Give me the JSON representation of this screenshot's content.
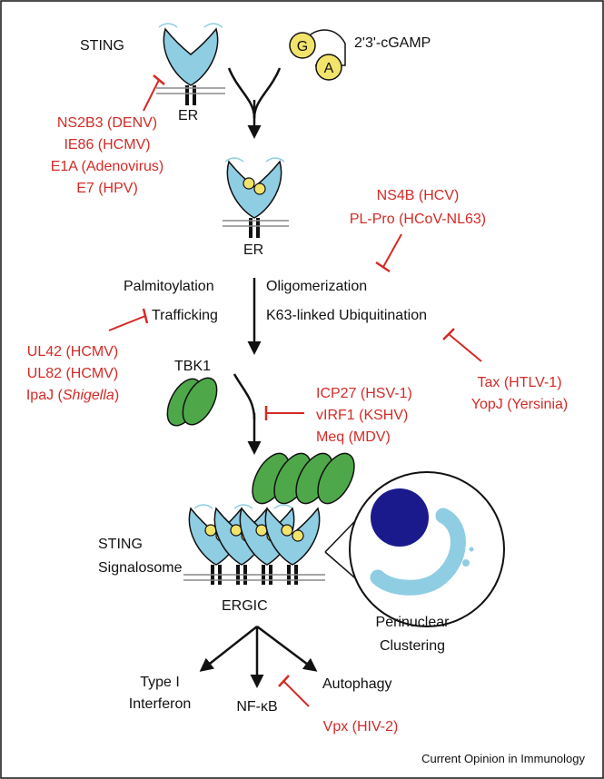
{
  "labels": {
    "sting": "STING",
    "cgamp": "2'3'-cGAMP",
    "g": "G",
    "a": "A",
    "er1": "ER",
    "er2": "ER",
    "palmitoylation": "Palmitoylation",
    "oligomerization": "Oligomerization",
    "trafficking": "Trafficking",
    "k63": "K63-linked Ubiquitination",
    "tbk1": "TBK1",
    "signalosome_1": "STING",
    "signalosome_2": "Signalosome",
    "ergic": "ERGIC",
    "perinuclear_1": "Perinuclear",
    "perinuclear_2": "Clustering",
    "type1_1": "Type I",
    "type1_2": "Interferon",
    "nfkb": "NF-κB",
    "autophagy": "Autophagy",
    "credit": "Current Opinion in Immunology"
  },
  "inhibitors": {
    "group1": [
      "NS2B3 (DENV)",
      "IE86 (HCMV)",
      "E1A (Adenovirus)",
      "E7 (HPV)"
    ],
    "group2": [
      "NS4B (HCV)",
      "PL-Pro (HCoV-NL63)"
    ],
    "group3_a": "UL42 (HCMV)",
    "group3_b": "UL82 (HCMV)",
    "group3_c_prefix": "IpaJ (",
    "group3_c_italic": "Shigella",
    "group3_c_suffix": ")",
    "group4": [
      "ICP27 (HSV-1)",
      "vIRF1 (KSHV)",
      "Meq (MDV)"
    ],
    "group5": [
      "Tax (HTLV-1)",
      "YopJ (Yersinia)"
    ],
    "group6": "Vpx (HIV-2)"
  },
  "colors": {
    "sting_fill": "#8fcde3",
    "cgamp_fill": "#f2e36b",
    "tbk1_fill": "#4ea84a",
    "nucleus_fill": "#1a1a8c",
    "inhibitor_red": "#d42a26",
    "outline": "#111111"
  }
}
